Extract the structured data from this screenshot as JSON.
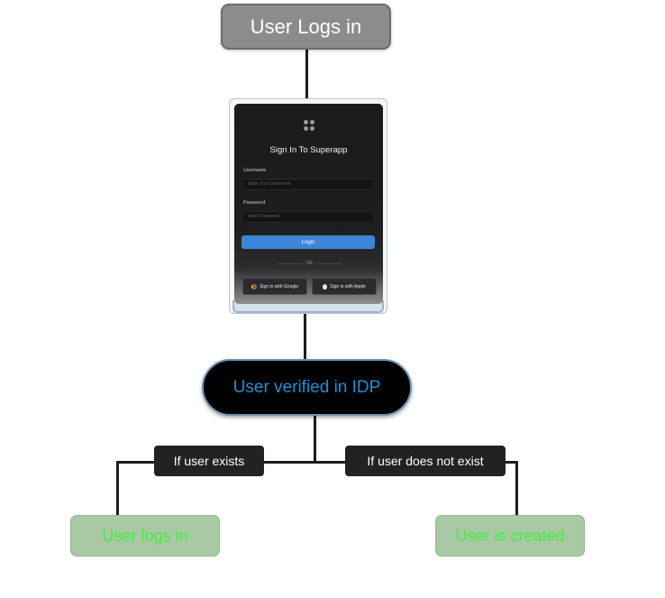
{
  "nodes": {
    "start": "User Logs in",
    "idp": "User verified in IDP",
    "condition_exists": "If user exists",
    "condition_not_exists": "If user does not exist",
    "result_exists": "User logs in",
    "result_created": "User is created"
  },
  "login_screen": {
    "title": "Sign In To Superapp",
    "username_label": "Username",
    "username_placeholder": "Enter Your Username",
    "password_label": "Password",
    "password_placeholder": "Enter Password",
    "login_button": "Login",
    "divider_text": "OR",
    "google_button": "Sign in with Google",
    "apple_button": "Sign in with Apple",
    "google_icon": "google-icon",
    "apple_icon": "apple-icon",
    "logo_icon": "four-dots-logo-icon"
  },
  "colors": {
    "start_node": "#8c8c8c",
    "idp_node_bg": "#000000",
    "idp_text": "#1f8fd6",
    "condition_bg": "#222222",
    "result_bg": "#a9c9a4",
    "result_text": "#4de34d",
    "login_button": "#3c86d8",
    "connector": "#1e1e1e"
  }
}
